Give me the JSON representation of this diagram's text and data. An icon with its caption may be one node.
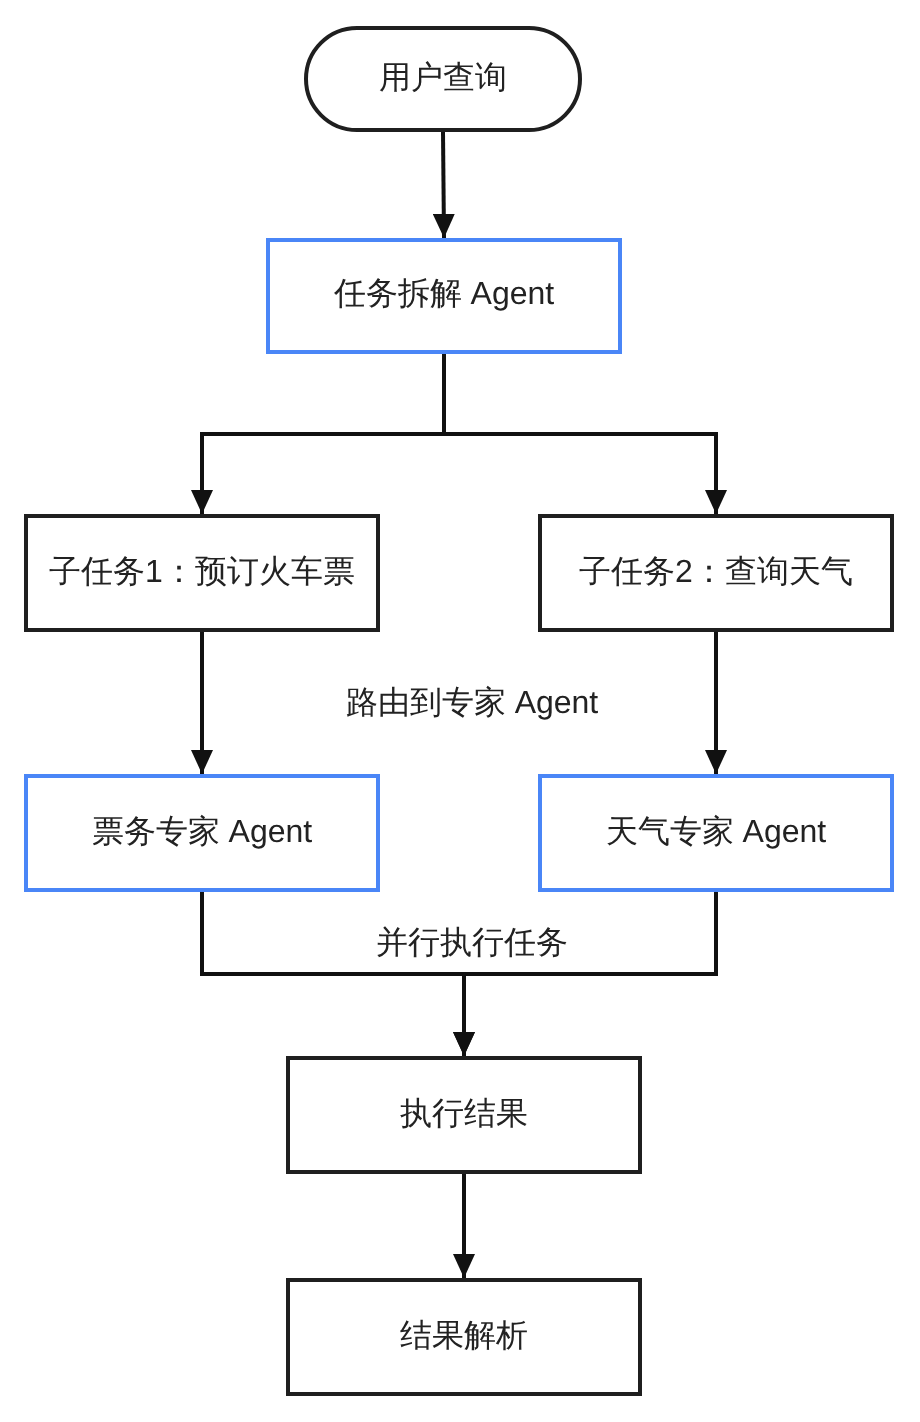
{
  "diagram": {
    "nodes": [
      {
        "text": [
          "用户查询"
        ]
      },
      {
        "text": [
          "任务拆解 Agent"
        ]
      },
      {
        "text": [
          "子任务1：预订火车票"
        ]
      },
      {
        "text": [
          "子任务2：查询天气"
        ]
      },
      {
        "text": [
          "票务专家 Agent"
        ]
      },
      {
        "text": [
          "天气专家 Agent"
        ]
      },
      {
        "text": [
          "执行结果"
        ]
      },
      {
        "text": [
          "结果解析"
        ]
      }
    ],
    "edges": [
      {
        "from": 0,
        "to": 1,
        "arrow": "to"
      },
      {
        "from": 1,
        "to": 2,
        "arrow": "to"
      },
      {
        "from": 1,
        "to": 3,
        "arrow": "to"
      },
      {
        "from": 2,
        "to": 4,
        "arrow": "to"
      },
      {
        "from": 3,
        "to": 5,
        "arrow": "to"
      },
      {
        "from": 4,
        "to": 6,
        "arrow": "to"
      },
      {
        "from": 5,
        "to": 6,
        "arrow": "to"
      },
      {
        "from": 6,
        "to": 7,
        "arrow": "to"
      }
    ],
    "labels": [
      "路由到专家 Agent",
      "并行执行任务"
    ]
  }
}
